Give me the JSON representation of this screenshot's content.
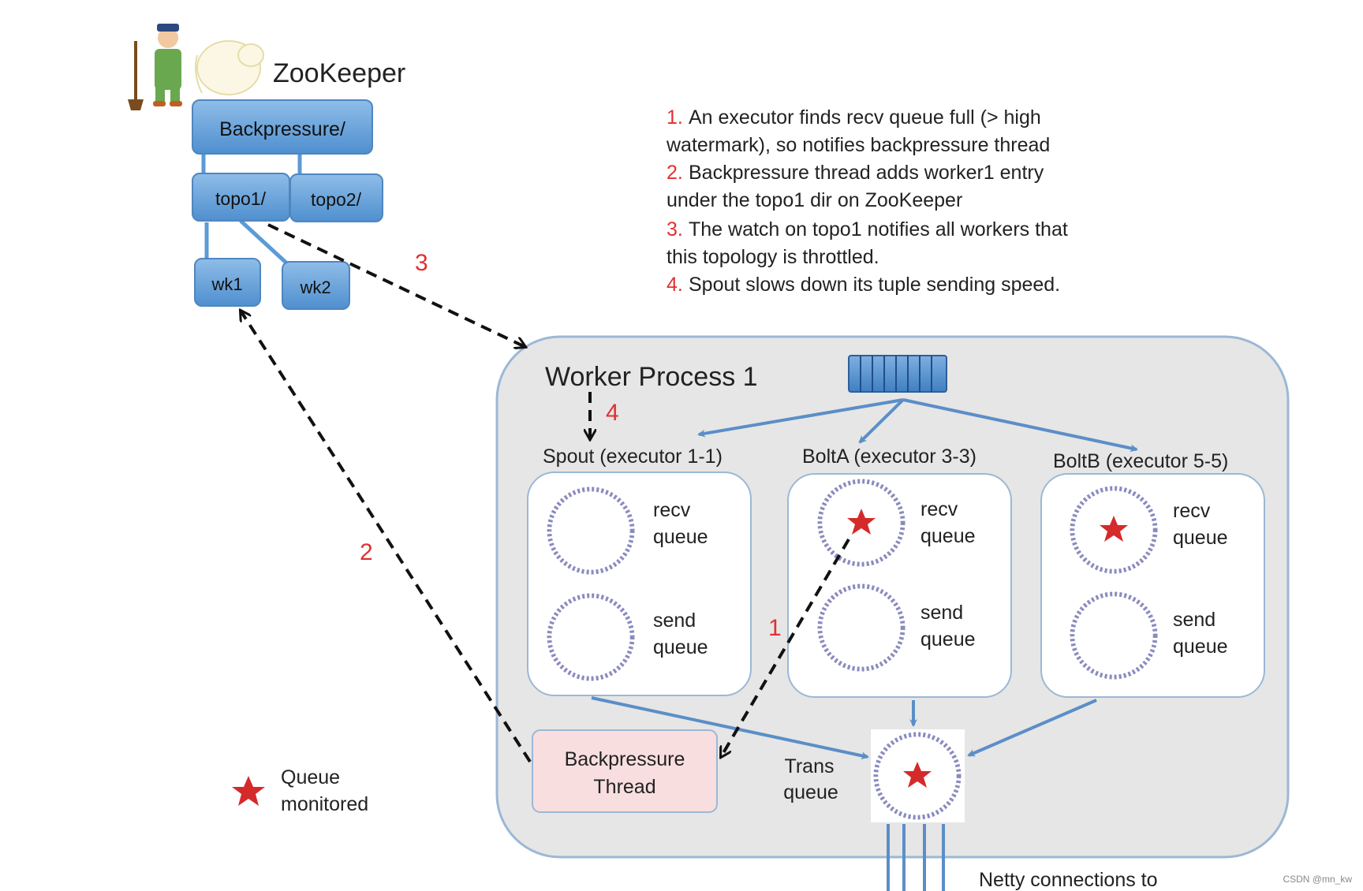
{
  "zookeeper": {
    "title": "ZooKeeper",
    "nodes": {
      "root": "Backpressure/",
      "topo1": "topo1/",
      "topo2": "topo2/",
      "wk1": "wk1",
      "wk2": "wk2"
    }
  },
  "notes": [
    {
      "num": "1.",
      "lines": [
        "An executor finds recv queue full (> high",
        "watermark), so notifies backpressure thread"
      ]
    },
    {
      "num": "2.",
      "lines": [
        "Backpressure thread adds worker1 entry",
        "under the topo1 dir on ZooKeeper"
      ]
    },
    {
      "num": "3.",
      "lines": [
        "The watch on topo1 notifies all workers that",
        "this topology is throttled."
      ]
    },
    {
      "num": "4.",
      "lines": [
        "Spout slows down its tuple sending speed."
      ]
    }
  ],
  "worker": {
    "title": "Worker Process 1",
    "executors": [
      {
        "label": "Spout (executor 1-1)",
        "recv": [
          "recv",
          "queue"
        ],
        "send": [
          "send",
          "queue"
        ],
        "recv_monitored": false
      },
      {
        "label": "BoltA (executor 3-3)",
        "recv": [
          "recv",
          "queue"
        ],
        "send": [
          "send",
          "queue"
        ],
        "recv_monitored": true
      },
      {
        "label": "BoltB (executor 5-5)",
        "recv": [
          "recv",
          "queue"
        ],
        "send": [
          "send",
          "queue"
        ],
        "recv_monitored": true
      }
    ],
    "backpressure_thread": [
      "Backpressure",
      "Thread"
    ],
    "trans_queue": [
      "Trans",
      "queue"
    ],
    "netty": "Netty connections to"
  },
  "step_labels": {
    "s1": "1",
    "s2": "2",
    "s3": "3",
    "s4": "4"
  },
  "legend": {
    "lines": [
      "Queue",
      "monitored"
    ],
    "icon": "star-icon"
  },
  "watermark": "CSDN @mn_kw",
  "colors": {
    "zk_node": "#5b9bd5",
    "zk_node_dark": "#2f6eaa",
    "arrow_blue": "#5b8ec7",
    "step_red": "#e03030",
    "star": "#d42a2a",
    "worker_bg": "#e6e6e6",
    "worker_border": "#9bb8d6",
    "bp_thread_bg": "#f8dede"
  }
}
